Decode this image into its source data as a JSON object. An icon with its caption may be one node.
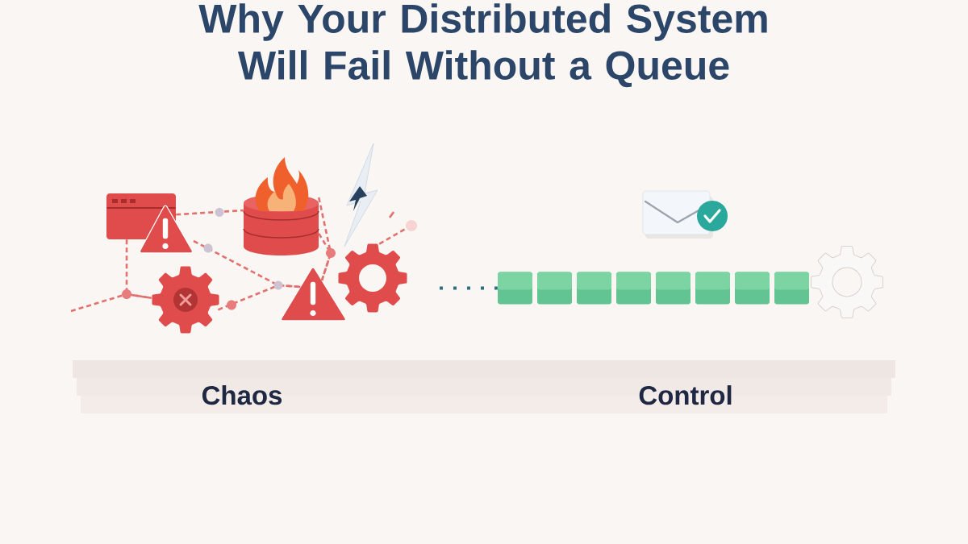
{
  "diagram": {
    "title": "Why Your Distributed System Will Fail Without a Queue",
    "nodes": [
      {
        "text": [],
        "shape": "window"
      },
      {
        "text": [],
        "shape": "triangle"
      },
      {
        "text": [],
        "shape": "cylinder"
      },
      {
        "text": [],
        "shape": "gear"
      },
      {
        "text": [],
        "shape": "triangle"
      },
      {
        "text": [],
        "shape": "gear"
      },
      {
        "text": [],
        "shape": "box"
      },
      {
        "text": [],
        "shape": "box"
      },
      {
        "text": [],
        "shape": "box"
      },
      {
        "text": [],
        "shape": "box"
      },
      {
        "text": [],
        "shape": "box"
      },
      {
        "text": [],
        "shape": "box"
      },
      {
        "text": [],
        "shape": "box"
      },
      {
        "text": [],
        "shape": "box"
      },
      {
        "text": [],
        "shape": "gear"
      }
    ],
    "edges": [
      {
        "from": 0,
        "to": 2,
        "arrow": "none",
        "style": "dashed"
      },
      {
        "from": 1,
        "to": 4,
        "arrow": "none",
        "style": "dashed"
      },
      {
        "from": 0,
        "to": 3,
        "arrow": "none",
        "style": "dashed"
      },
      {
        "from": null,
        "to": 3,
        "arrow": "none",
        "style": "dashed"
      },
      {
        "from": 3,
        "to": 4,
        "arrow": "none",
        "style": "dashed"
      },
      {
        "from": 2,
        "to": 4,
        "arrow": "none",
        "style": "dashed"
      },
      {
        "from": 2,
        "to": 4,
        "arrow": "none",
        "style": "dashed"
      },
      {
        "from": 5,
        "to": null,
        "arrow": "none",
        "style": "dashed"
      },
      {
        "from": null,
        "to": 6,
        "arrow": "none",
        "style": "dashed",
        "color": "#2f6f7c"
      }
    ],
    "labels": [
      "Chaos",
      "Control"
    ]
  }
}
